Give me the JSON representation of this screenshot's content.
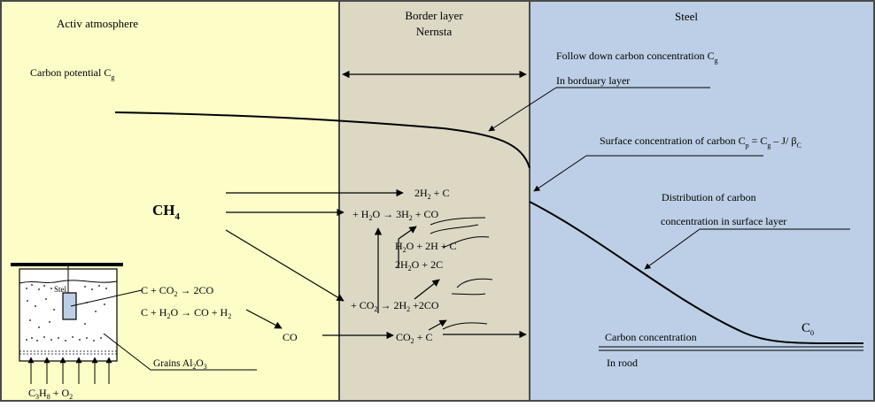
{
  "zones": {
    "atmosphere_title": "Activ atmosphere",
    "border_title_line1": "Border layer",
    "border_title_line2": "Nernsta",
    "steel_title": "Steel",
    "colors": {
      "atmosphere": "#fdfdc8",
      "border": "#ddd8c4",
      "steel": "#bccfe6",
      "frame": "#4a4a4a"
    }
  },
  "labels": {
    "carbon_potential": "Carbon potential C",
    "carbon_potential_sub": "g",
    "follow_down_line1": "Follow down carbon concentration C",
    "follow_down_sub": "g",
    "follow_down_line2": "In borduary layer",
    "surface_conc": "Surface concentration of carbon C",
    "surface_conc_sub1": "p",
    "surface_conc_mid": " = C",
    "surface_conc_sub2": "g",
    "surface_conc_tail": " – J/ β",
    "surface_conc_sub3": "C",
    "distribution_line1": "Distribution of carbon",
    "distribution_line2": "concentration in surface layer",
    "c0": "C",
    "c0_sub": "0",
    "core_conc_line1": "Carbon concentration",
    "core_conc_line2": "In rood",
    "grains": "Grains Al",
    "grains_sub1": "2",
    "grains_mid": "O",
    "grains_sub2": "3",
    "steel_sample": "Stel",
    "feed_c": "C",
    "feed_sub1": "3",
    "feed_h": "H",
    "feed_sub2": "8",
    "feed_plus": " + O",
    "feed_sub3": "2"
  },
  "species": {
    "ch4_main": "CH",
    "ch4_sub": "4",
    "co_label": "CO"
  },
  "reactions": {
    "r1": "C + CO",
    "r1_sub": "2",
    "r1_tail": " → 2CO",
    "r2_a": "C + H",
    "r2_sub1": "2",
    "r2_b": "O → CO + H",
    "r2_sub2": "2",
    "b1_a": "2H",
    "b1_sub": "2",
    "b1_b": " + C",
    "b2_a": "+ H",
    "b2_sub1": "2",
    "b2_b": "O → 3H",
    "b2_sub2": "2",
    "b2_c": " + CO",
    "b3_a": "H",
    "b3_sub": "2",
    "b3_b": "O + 2H + C",
    "b4_a": "2H",
    "b4_sub": "2",
    "b4_b": "O + 2C",
    "b5_a": "+ CO",
    "b5_sub1": "2",
    "b5_b": " → 2H",
    "b5_sub2": "2",
    "b5_c": " +2CO",
    "b6_a": "CO",
    "b6_sub": "2",
    "b6_b": " + C"
  }
}
